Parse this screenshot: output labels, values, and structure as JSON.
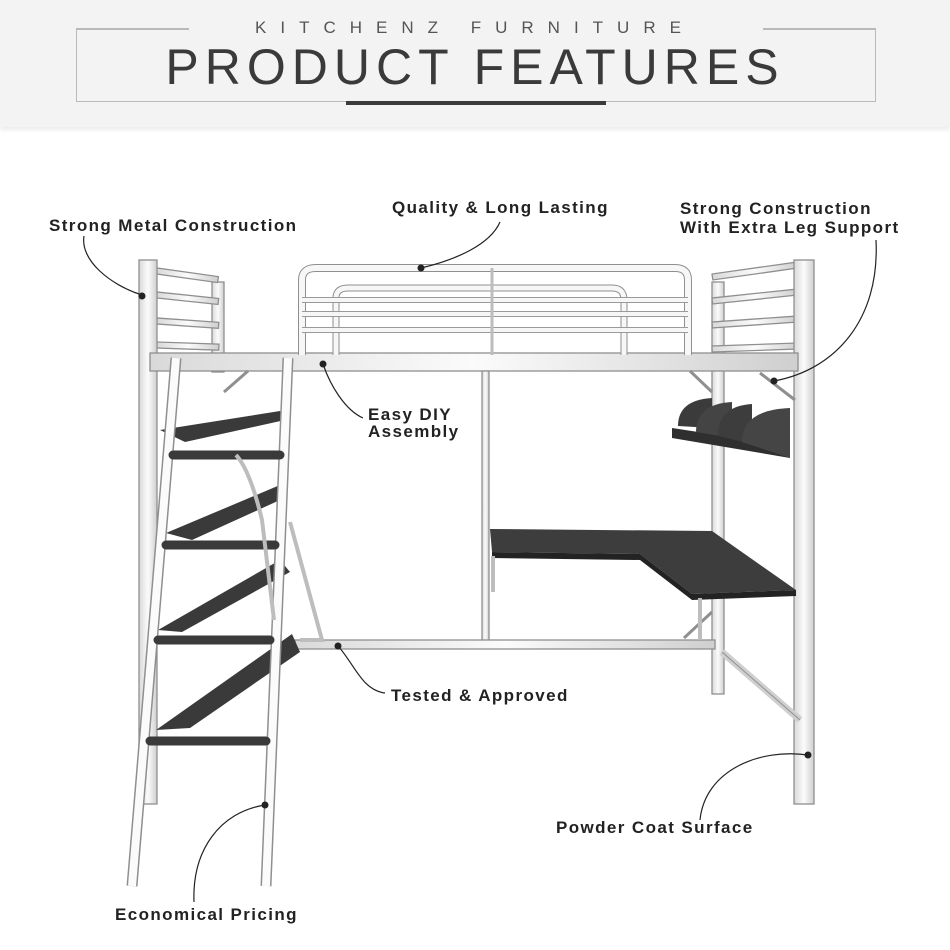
{
  "header": {
    "brand": "KITCHENZ FURNITURE",
    "title": "PRODUCT FEATURES"
  },
  "features": {
    "strong_metal": "Strong Metal Construction",
    "quality": "Quality & Long Lasting",
    "strong_construction_line1": "Strong Construction",
    "strong_construction_line2": "With Extra Leg Support",
    "easy_diy_line1": "Easy DIY",
    "easy_diy_line2": "Assembly",
    "tested": "Tested & Approved",
    "powder_coat": "Powder Coat Surface",
    "economical": "Economical Pricing"
  },
  "colors": {
    "frame": "#f4f4f4",
    "frame_edge": "#9a9a9a",
    "board": "#3a3a3a",
    "text": "#222222"
  }
}
